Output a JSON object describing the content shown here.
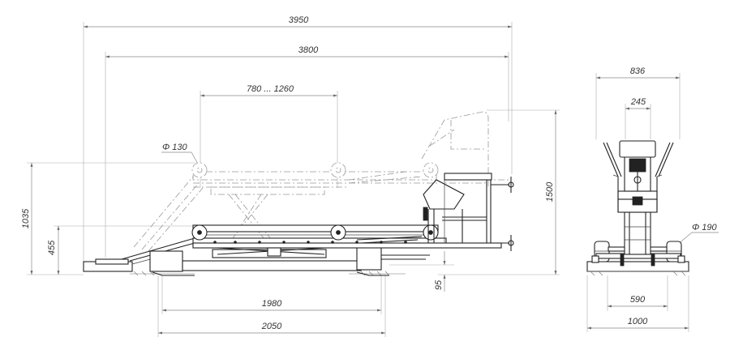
{
  "dimensions": {
    "overall_length": "3950",
    "platform_length": "3800",
    "pad_range": "780 ... 1260",
    "roller_diameter": "Φ 130",
    "height_raised": "1035",
    "height_lowered": "455",
    "max_height": "1500",
    "min_height": "95",
    "base_1980": "1980",
    "base_2050": "2050",
    "side_width_836": "836",
    "side_width_245": "245",
    "side_wheel_diameter": "Φ 190",
    "side_width_590": "590",
    "side_width_1000": "1000"
  }
}
